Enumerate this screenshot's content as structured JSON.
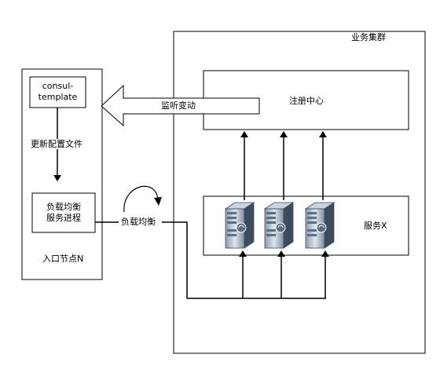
{
  "diagram": {
    "business_cluster": {
      "title": "业务集群"
    },
    "registry": {
      "label": "注册中心"
    },
    "service": {
      "label": "服务X",
      "server_count": 3,
      "server_icon": "server-icon"
    },
    "entry_node": {
      "label": "入口节点N",
      "consul_template": {
        "line1": "consul-",
        "line2": "template"
      },
      "update_config_label": "更新配置文件",
      "load_balancer": {
        "line1": "负载均衡",
        "line2": "服务进程"
      }
    },
    "watch_arrow_label": "监听变动",
    "lb_edge_label": "负载均衡",
    "colors": {
      "stroke": "#000000",
      "server_body": "#5a6f86",
      "server_light": "#c9d3dd",
      "server_dark": "#3c4c5e"
    }
  }
}
